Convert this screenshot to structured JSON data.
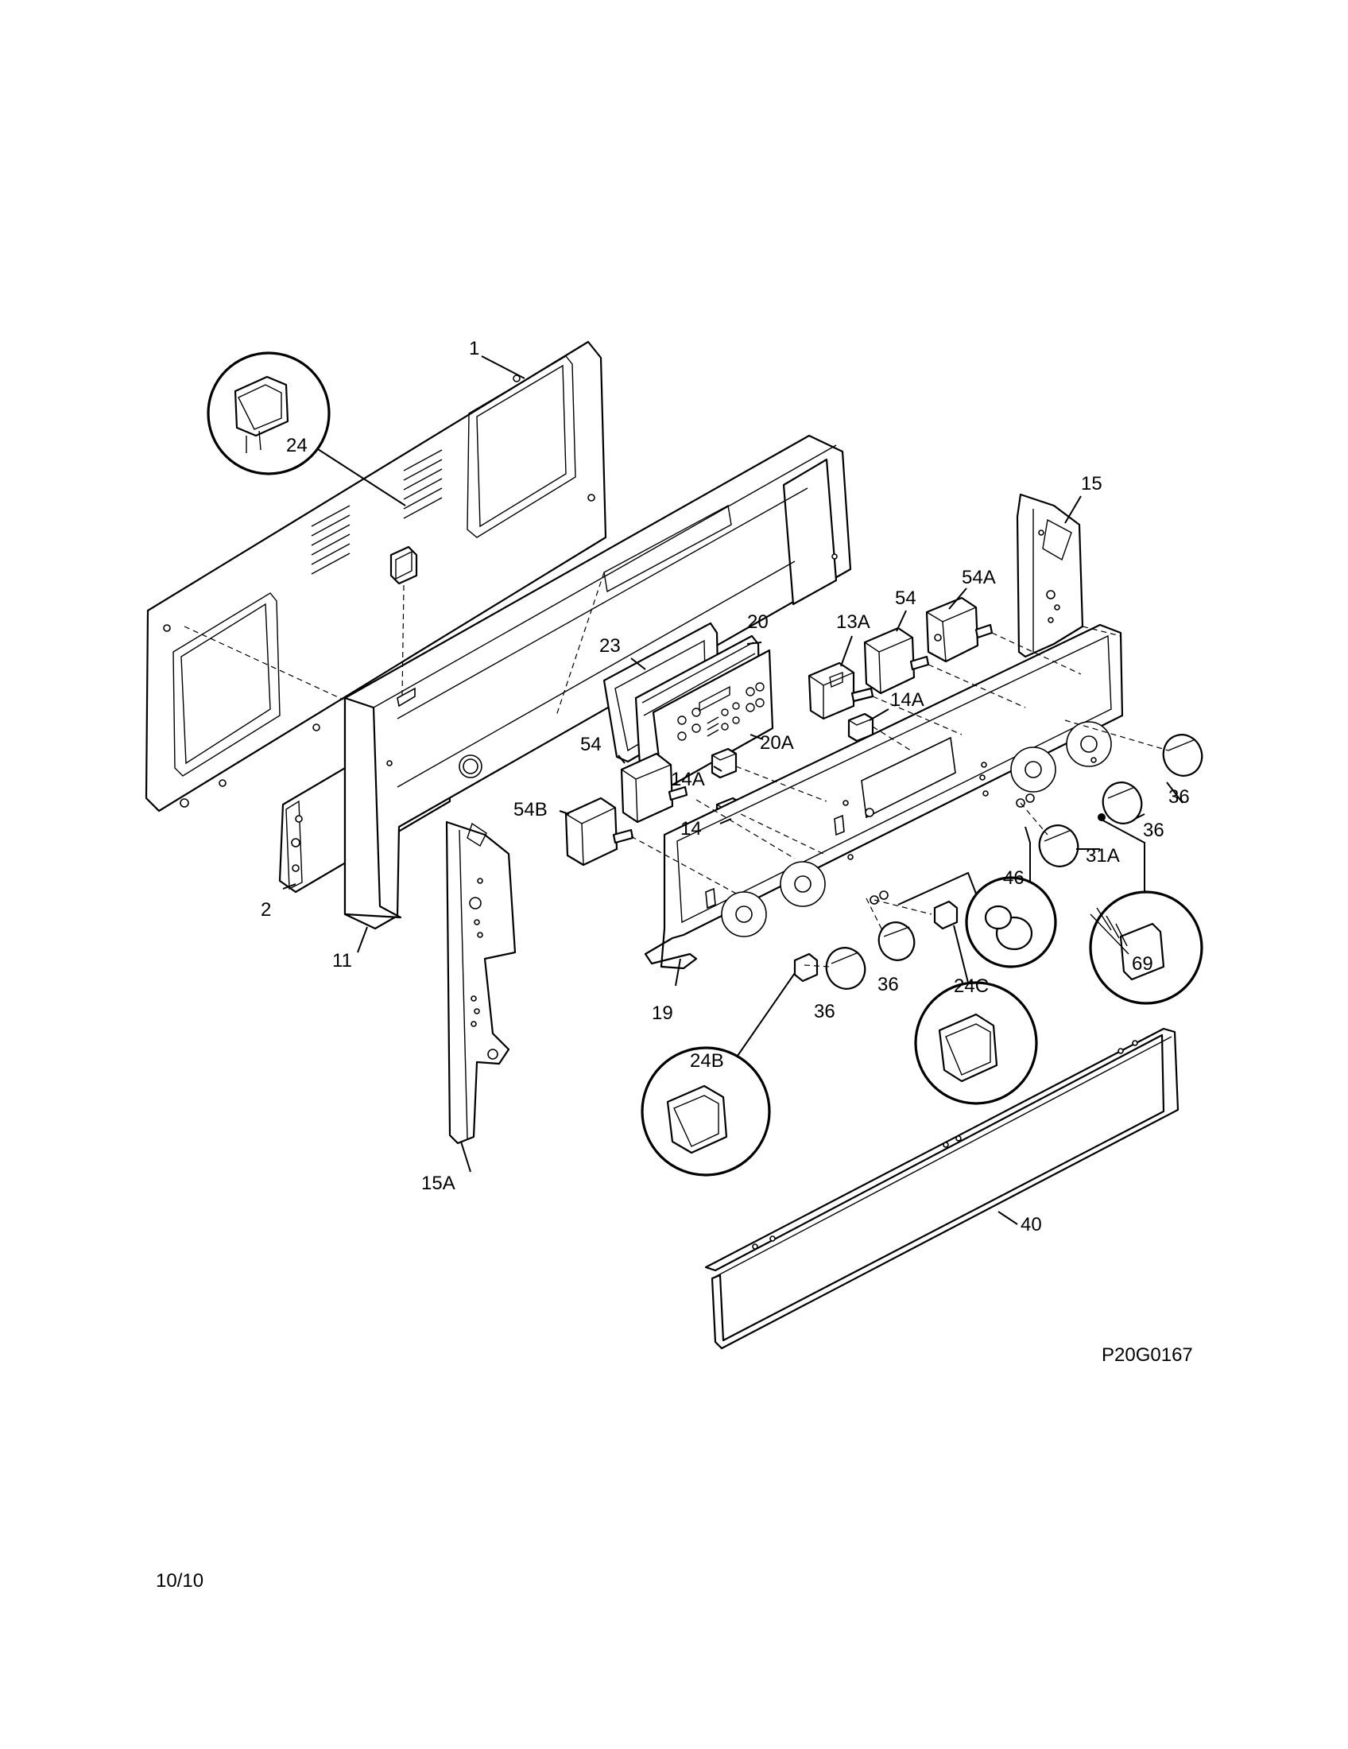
{
  "labels": {
    "p1": "1",
    "p2": "2",
    "p11": "11",
    "p13A": "13A",
    "p14": "14",
    "p14A_a": "14A",
    "p14A_b": "14A",
    "p15": "15",
    "p15A": "15A",
    "p19": "19",
    "p20": "20",
    "p20A": "20A",
    "p23": "23",
    "p24": "24",
    "p24B": "24B",
    "p24C": "24C",
    "p31A": "31A",
    "p36_a": "36",
    "p36_b": "36",
    "p36_c": "36",
    "p36_d": "36",
    "p40": "40",
    "p46": "46",
    "p54_a": "54",
    "p54_b": "54",
    "p54A": "54A",
    "p54B": "54B",
    "p69": "69"
  },
  "diagram_code": "P20G0167",
  "page_number": "10/10"
}
